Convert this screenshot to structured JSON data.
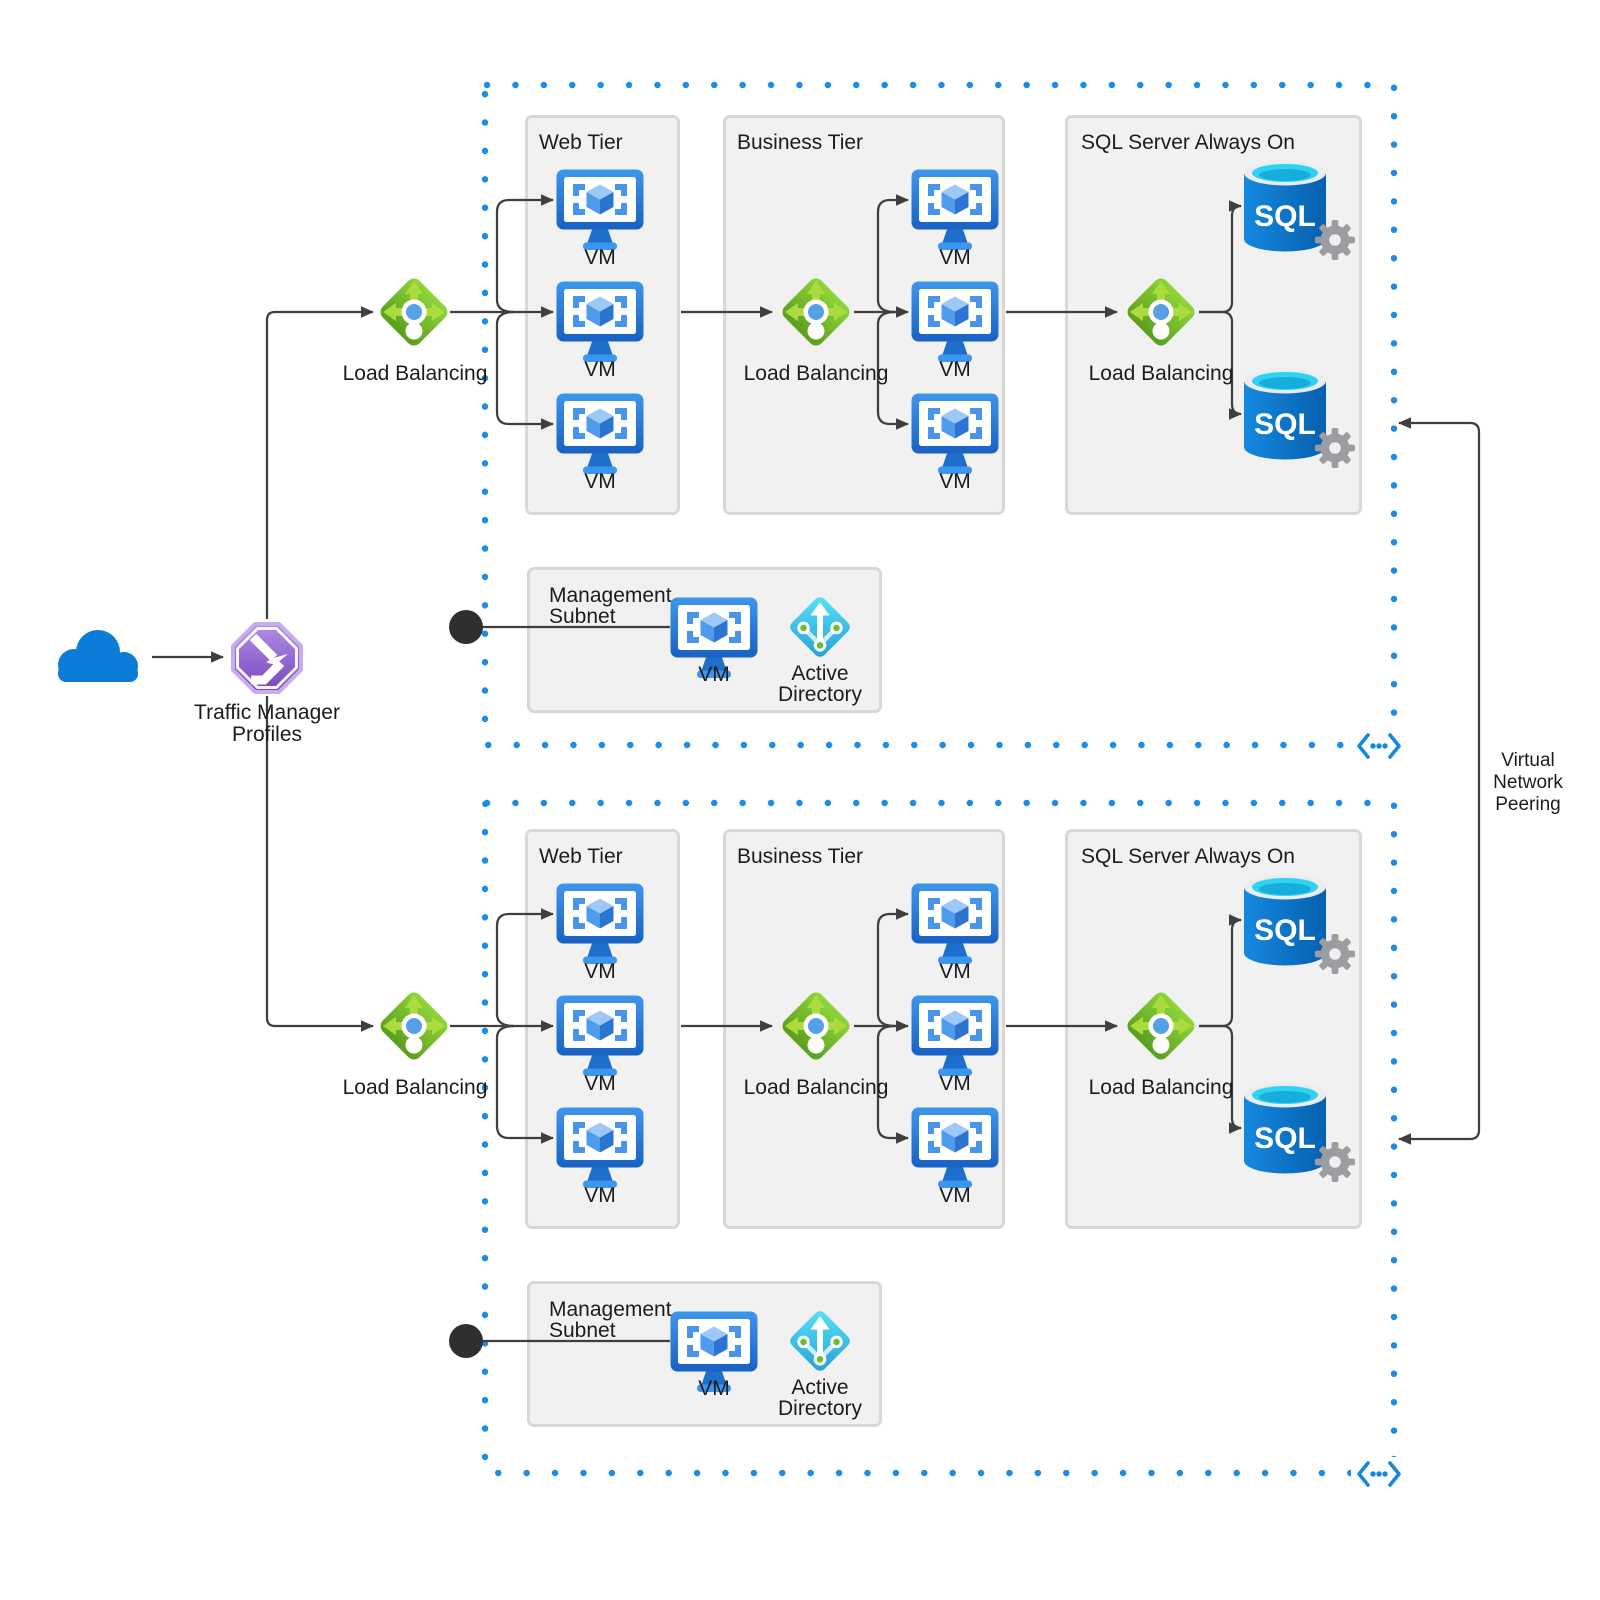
{
  "traffic_manager_label": "Traffic Manager Profiles",
  "peering_label": "Virtual Network Peering",
  "sql_icon_text": "SQL",
  "colors": {
    "vnet_border_blue": "#1E8BE4",
    "connector_gray": "#3F3F3F",
    "azure_blue": "#0D7CD8",
    "load_balancer_green": "#76BC2D",
    "traffic_manager_purple": "#8A57CE",
    "active_directory_cyan": "#3BC2E8",
    "sql_top_cyan": "#2FD2F2",
    "tier_box_fill": "#F1F1F2",
    "tier_box_border": "#D8D8D8"
  },
  "vnets": [
    {
      "web_tier": {
        "title": "Web Tier",
        "vms": [
          "VM",
          "VM",
          "VM"
        ],
        "lb": "Load Balancing"
      },
      "business_tier": {
        "title": "Business Tier",
        "vms": [
          "VM",
          "VM",
          "VM"
        ],
        "lb": "Load Balancing"
      },
      "sql_tier": {
        "title": "SQL Server Always On",
        "lb": "Load Balancing"
      },
      "management": {
        "title": "Management Subnet",
        "vm": "VM",
        "ad": "Active Directory"
      }
    },
    {
      "web_tier": {
        "title": "Web Tier",
        "vms": [
          "VM",
          "VM",
          "VM"
        ],
        "lb": "Load Balancing"
      },
      "business_tier": {
        "title": "Business Tier",
        "vms": [
          "VM",
          "VM",
          "VM"
        ],
        "lb": "Load Balancing"
      },
      "sql_tier": {
        "title": "SQL Server Always On",
        "lb": "Load Balancing"
      },
      "management": {
        "title": "Management Subnet",
        "vm": "VM",
        "ad": "Active Directory"
      }
    }
  ]
}
